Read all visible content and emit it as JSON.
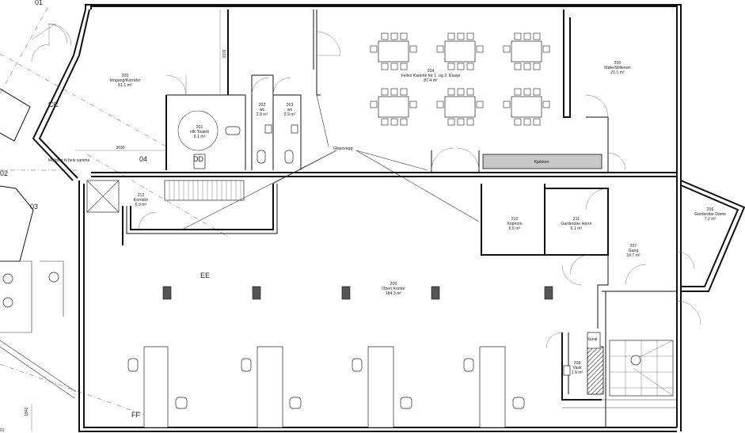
{
  "rooms": [
    {
      "id": "200",
      "name": "Inngang/Korridor",
      "area": "51.1 m²"
    },
    {
      "id": "201",
      "name": "HK Toalett",
      "area": "9.1 m²"
    },
    {
      "id": "202",
      "name": "wc",
      "area": "2.9 m²"
    },
    {
      "id": "203",
      "name": "wc",
      "area": "2.9 m²"
    },
    {
      "id": "204",
      "name": "Felles Kantine for 1. og 2. Etasje",
      "area": "87.4 m²"
    },
    {
      "id": "205",
      "name": "Møte/Stillerom",
      "area": "21.1 m²"
    },
    {
      "id": "206",
      "name": "Garderobe Dame",
      "area": "7.2 m²"
    },
    {
      "id": "207",
      "name": "Gang",
      "area": "10.7 m²"
    },
    {
      "id": "208",
      "name": "Vask",
      "area": "1.9 m²"
    },
    {
      "id": "209",
      "name": "Open Kontor",
      "area": "184.3 m²"
    },
    {
      "id": "210",
      "name": "Kopirom",
      "area": "6.6 m²"
    },
    {
      "id": "211",
      "name": "Garderobe Herre",
      "area": "6.1 m²"
    },
    {
      "id": "212",
      "name": "Korridor",
      "area": "6.9 m²"
    }
  ],
  "labels": {
    "kitchen": "Kjøkken",
    "glass_wall": "Glassvegg",
    "possibility_note": "Mulighet til hele samme",
    "heater": "Kanal"
  },
  "grid_markers": [
    "01",
    "CC",
    "02",
    "03",
    "04",
    "DD",
    "EE",
    "FF",
    "01"
  ],
  "dimensions": [
    "3376",
    "3630",
    "1842"
  ],
  "colors": {
    "line": "#111111",
    "column": "#555555",
    "kitchen_fill": "#c8c8c8"
  }
}
